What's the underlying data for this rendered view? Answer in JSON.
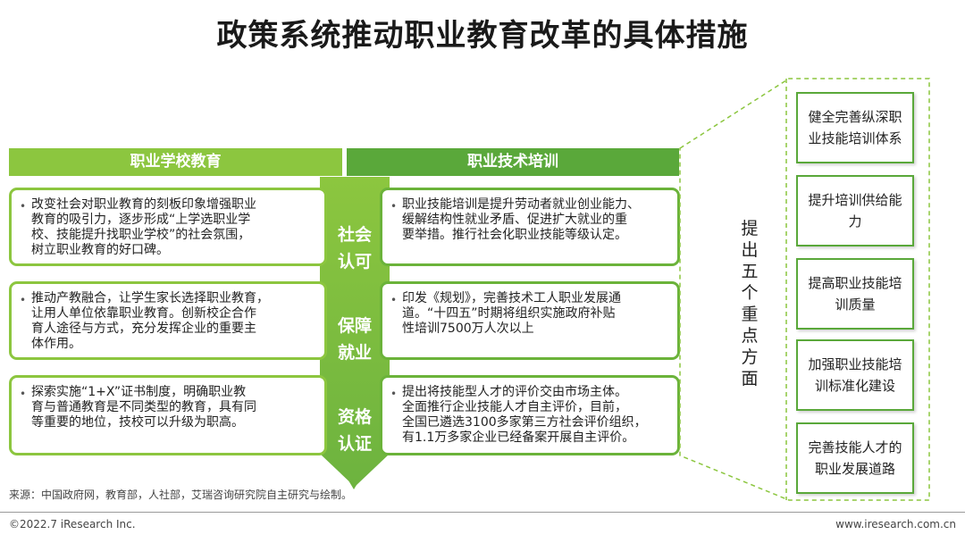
{
  "title": "政策系统推动职业教育改革的具体措施",
  "columns": {
    "left": "职业学校教育",
    "right": "职业技术培训"
  },
  "rows": [
    {
      "label": "社会\n认可",
      "left": "改变社会对职业教育的刻板印象增强职业\n教育的吸引力，逐步形成“上学选职业学\n校、技能提升找职业学校”的社会氛围，\n树立职业教育的好口碑。",
      "right": "职业技能培训是提升劳动者就业创业能力、\n缓解结构性就业矛盾、促进扩大就业的重\n要举措。推行社会化职业技能等级认定。"
    },
    {
      "label": "保障\n就业",
      "left": "推动产教融合，让学生家长选择职业教育，\n让用人单位依靠职业教育。创新校企合作\n育人途径与方式，充分发挥企业的重要主\n体作用。",
      "right": "印发《规划》，完善技术工人职业发展通\n道。“十四五”时期将组织实施政府补贴\n性培训7500万人次以上"
    },
    {
      "label": "资格\n认证",
      "left": "探索实施“1+X”证书制度，明确职业教\n育与普通教育是不同类型的教育，具有同\n等重要的地位，技校可以升级为职高。",
      "right": "提出将技能型人才的评价交由市场主体。\n全面推行企业技能人才自主评价，目前，\n全国已遴选3100多家第三方社会评价组织，\n有1.1万多家企业已经备案开展自主评价。"
    }
  ],
  "key_aspects": {
    "label": "提\n出\n五\n个\n重\n点\n方\n面",
    "items": [
      "健全完善纵深职\n业技能培训体系",
      "提升培训供给能\n力",
      "提高职业技能培\n训质量",
      "加强职业技能培\n训标准化建设",
      "完善技能人才的\n职业发展道路"
    ]
  },
  "source": "来源：中国政府网，教育部，人社部，艾瑞咨询研究院自主研究与绘制。",
  "footer": {
    "copyright": "©2022.7 iResearch Inc.",
    "website": "www.iresearch.com.cn"
  },
  "colors": {
    "light_green": "#8cc63f",
    "dark_green": "#5aa83a"
  }
}
